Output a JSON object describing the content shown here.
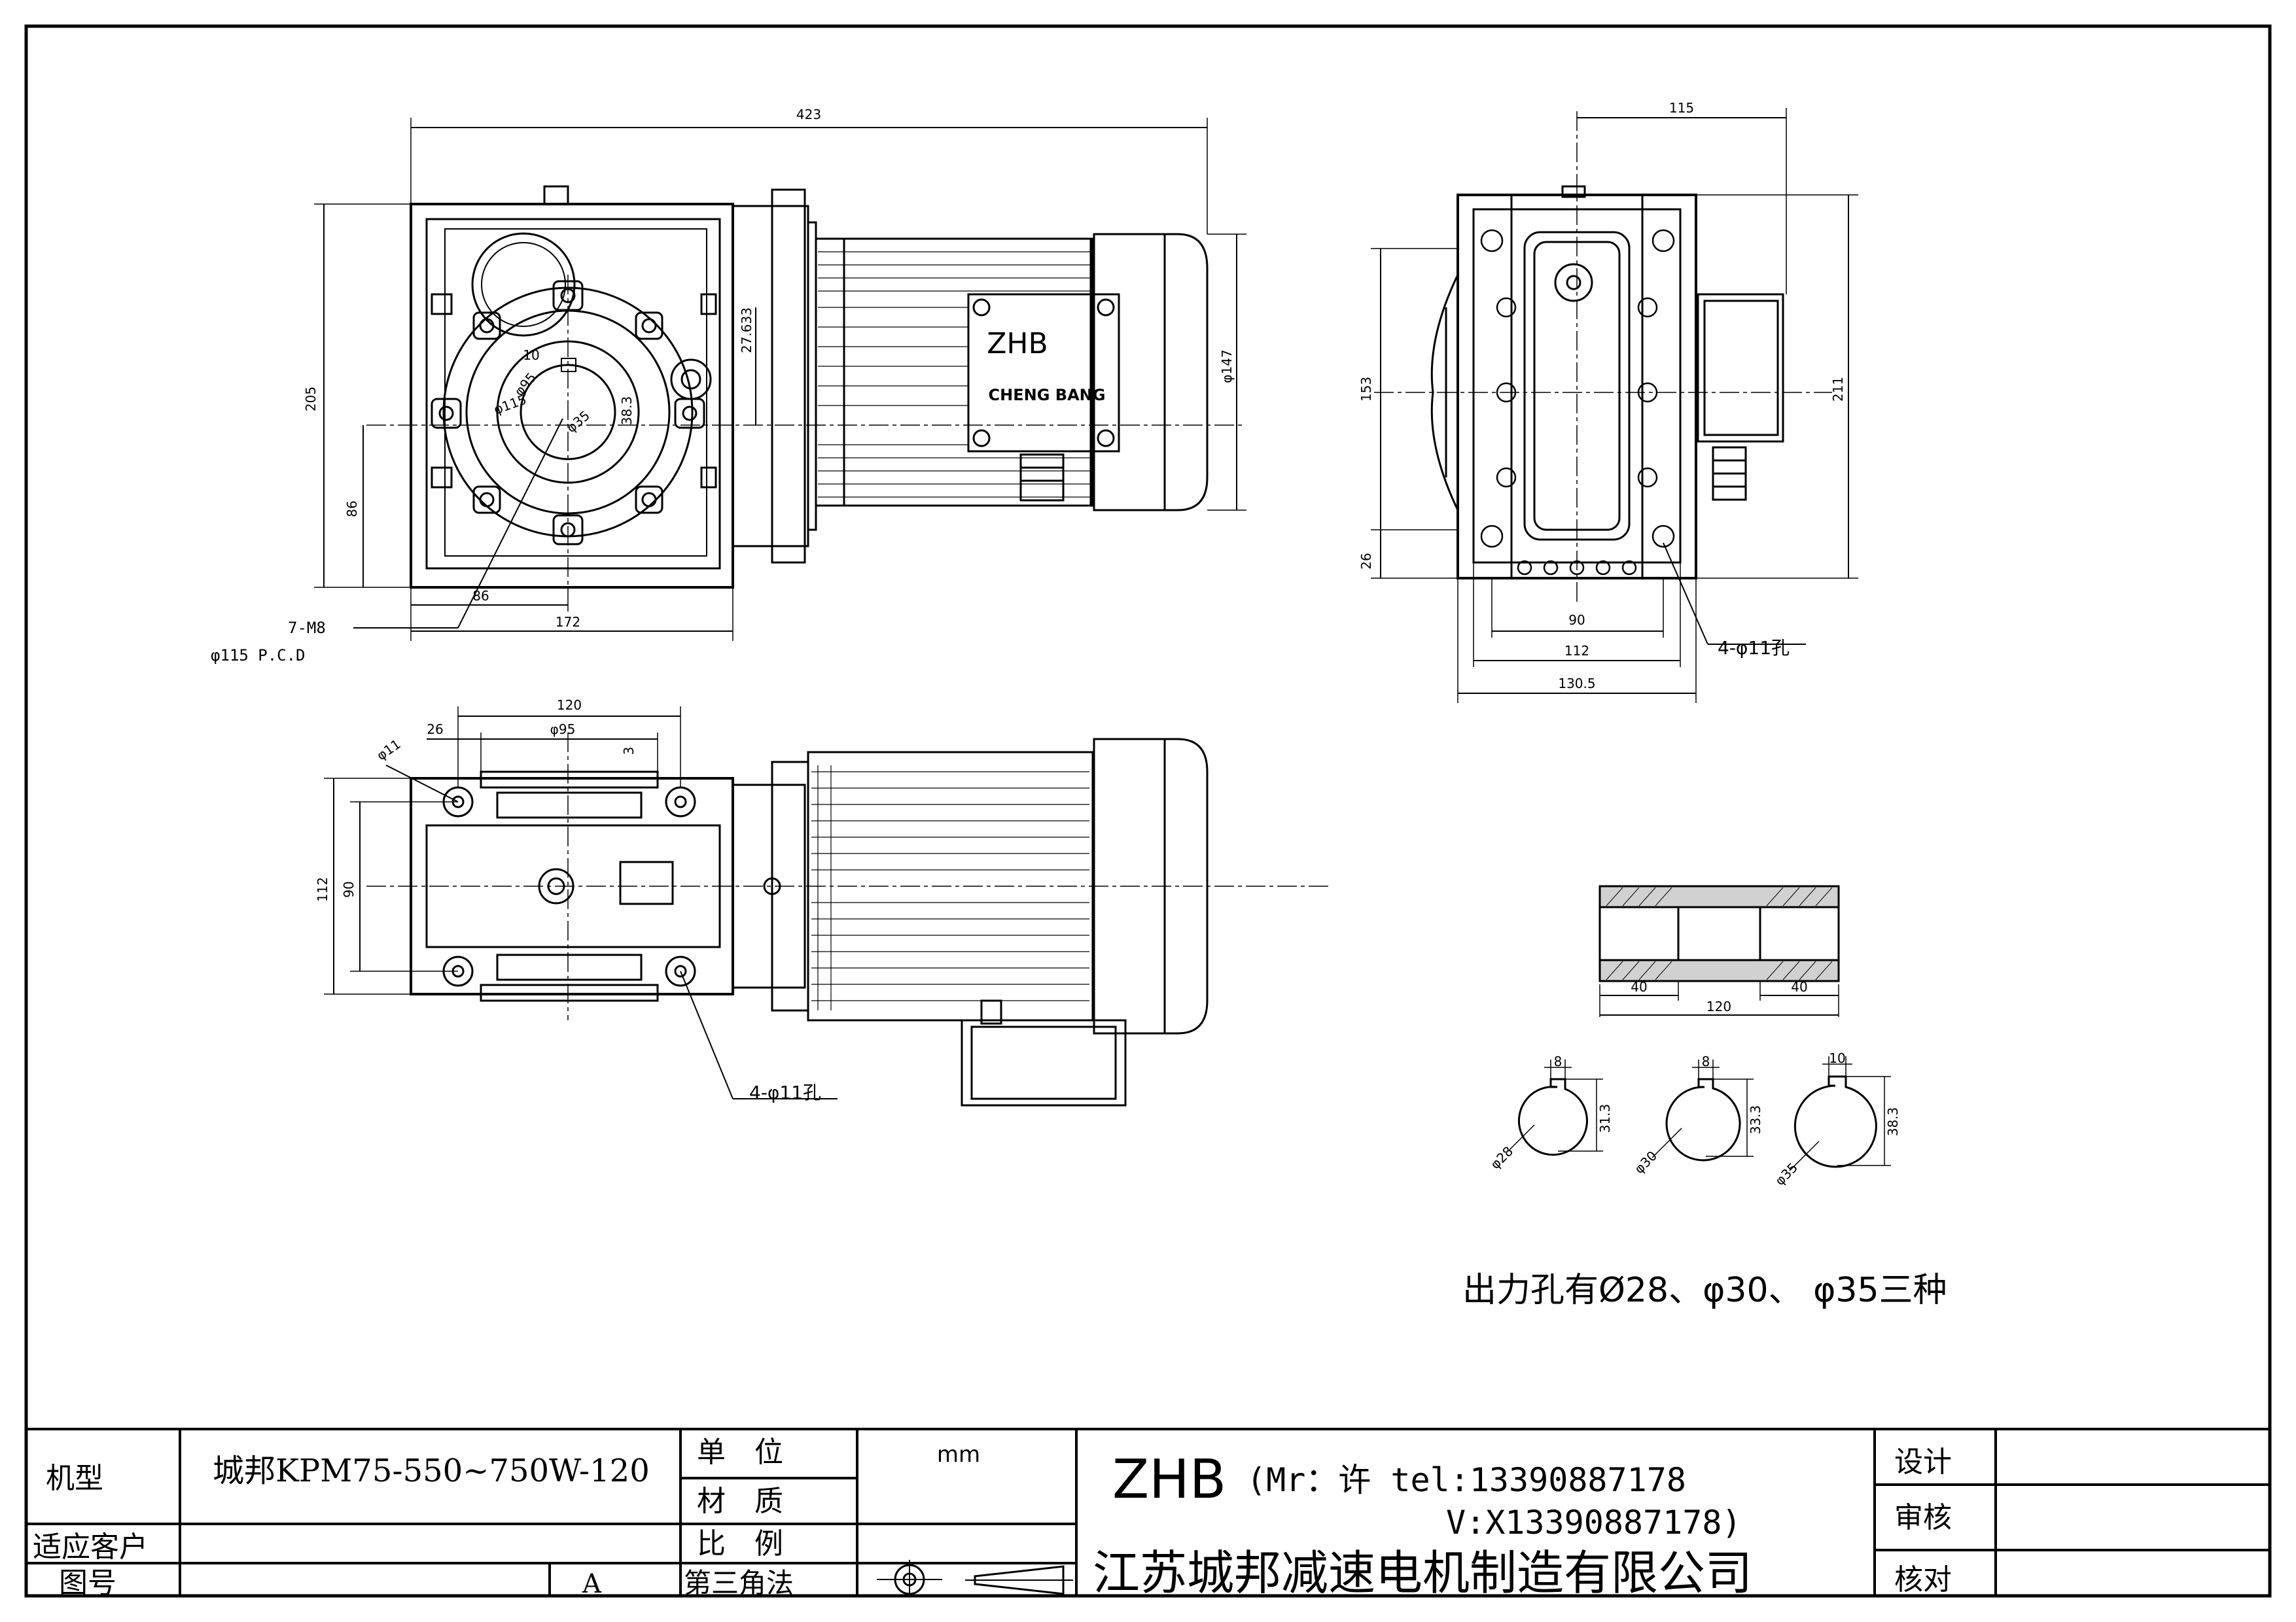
{
  "views": {
    "front": {
      "logo": "ZHB",
      "brand": "CHENG BANG",
      "dims": {
        "overall_length": "423",
        "height": "205",
        "lower_height": "86",
        "bottom_half": "86",
        "base_width": "172",
        "shaft_offset": "27.633",
        "motor_dia": "φ147",
        "key_width": "10",
        "bore": "φ35",
        "pcd_circle": "φ115",
        "key_depth": "38.3",
        "hub_dia": "φ95"
      },
      "callouts": {
        "threads": "7-M8",
        "pcd": "φ115 P.C.D"
      }
    },
    "side": {
      "dims": {
        "top_width": "115",
        "height_153": "153",
        "height_211": "211",
        "foot_26": "26",
        "width_90": "90",
        "width_112": "112",
        "width_130": "130.5"
      },
      "holes": "4-φ11孔"
    },
    "bottom": {
      "dims": {
        "length_120": "120",
        "offset_26": "26",
        "hole_dia": "φ11",
        "flange_95": "φ95",
        "gap_3": "3",
        "width_112": "112",
        "width_90": "90"
      },
      "holes": "4-φ11孔"
    },
    "shaft": {
      "dims": {
        "left": "40",
        "mid": "120",
        "right": "40"
      }
    },
    "bores": [
      {
        "key": "8",
        "depth": "31.3",
        "dia": "φ28"
      },
      {
        "key": "8",
        "depth": "33.3",
        "dia": "φ30"
      },
      {
        "key": "10",
        "depth": "38.3",
        "dia": "φ35"
      }
    ],
    "note": "出力孔有Ø28、φ30、 φ35三种"
  },
  "title_block": {
    "label_model": "机型",
    "model": "城邦KPM75-550~750W-120",
    "label_customer": "适应客户",
    "label_drawing_no": "图号",
    "revision": "A",
    "label_unit": "单　位",
    "unit": "mm",
    "label_material": "材　质",
    "label_scale": "比　例",
    "label_projection": "第三角法",
    "company_logo": "ZHB",
    "contact_line1": "(Mr：许 tel:13390887178",
    "contact_line2": "V:X13390887178)",
    "company": "江苏城邦减速电机制造有限公司",
    "label_design": "设计",
    "label_review": "审核",
    "label_check": "核对"
  }
}
